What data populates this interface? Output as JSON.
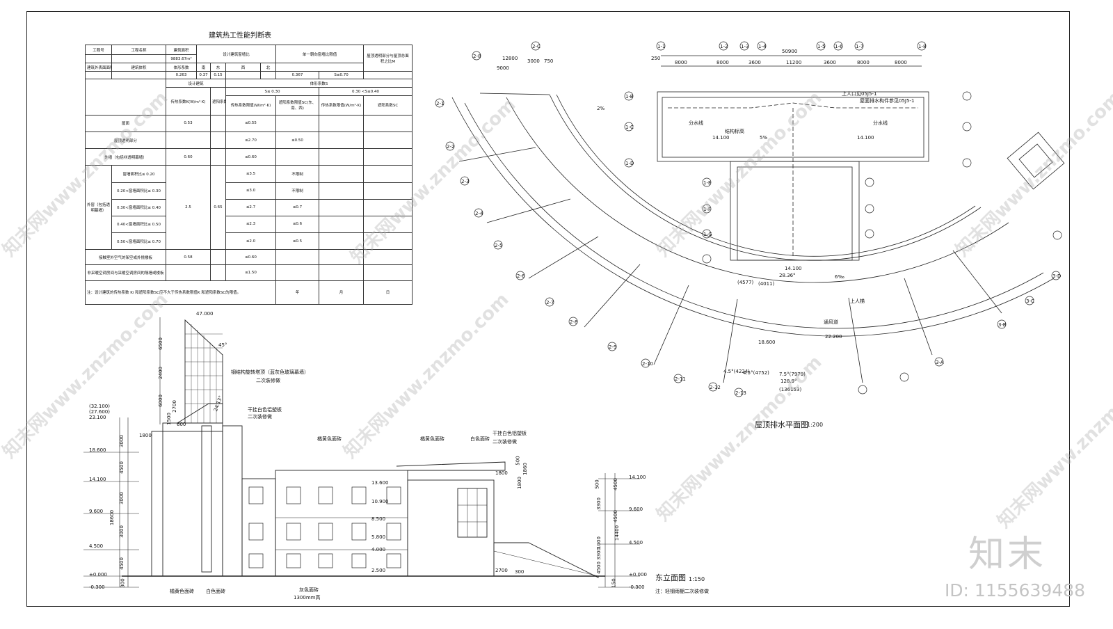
{
  "table": {
    "title": "建筑热工性能判断表",
    "header": {
      "project_no": "工程号",
      "project_name": "工程名称",
      "building_area_label": "建筑面积",
      "building_area_value": "9883.67m²",
      "window_wall_label": "设计建筑窗墙比",
      "single_facade_label": "单一朝向窗墙比限值",
      "roof_ratio_label": "屋顶透明部分与屋顶总面积之比M",
      "outer_area_label": "建筑外表面面积",
      "volume_label": "建筑体积",
      "shape_coef_label": "体形系数",
      "south": "南",
      "east": "东",
      "west": "西",
      "north": "北",
      "shape_coef_value": "0.263",
      "south_value": "0.37",
      "east_value": "0.15",
      "north_value": "0.367",
      "s_limit": "S≤0.70",
      "design_building": "设计建筑",
      "shape_coef_s": "体形系数S",
      "s_le_030": "S≤ 0.30",
      "s_030_040": "0.30 <S≤0.40",
      "col_k": "传热系数K(W/m²·K)",
      "col_sc": "遮阳系数SC",
      "col_k_limit": "传热系数限值(W/m²·K)",
      "col_sc_limit": "遮阳系数限值SC(东、南、西)",
      "col_k_limit2": "传热系数限值(W/m²·K)",
      "col_sc2": "遮阳系数SC"
    },
    "rows": [
      {
        "label": "屋面",
        "k": "0.53",
        "sc": "",
        "k_limit": "≤0.55",
        "sc_limit": ""
      },
      {
        "label": "屋顶透明部分",
        "k": "",
        "sc": "",
        "k_limit": "≤2.70",
        "sc_limit": "≤0.50"
      },
      {
        "label": "外墙（包括非透明幕墙）",
        "k": "0.60",
        "sc": "",
        "k_limit": "≤0.60",
        "sc_limit": ""
      },
      {
        "label": "窗墙面积比≤ 0.20",
        "k": "",
        "sc": "",
        "k_limit": "≤3.5",
        "sc_limit": "不限制"
      },
      {
        "label": "0.20<窗墙面积比≤ 0.30",
        "k": "",
        "sc": "",
        "k_limit": "≤3.0",
        "sc_limit": "不限制"
      },
      {
        "label": "0.30<窗墙面积比≤ 0.40",
        "k": "2.5",
        "sc": "0.65",
        "k_limit": "≤2.7",
        "sc_limit": "≤0.7"
      },
      {
        "label": "0.40<窗墙面积比≤ 0.50",
        "k": "",
        "sc": "",
        "k_limit": "≤2.3",
        "sc_limit": "≤0.6"
      },
      {
        "label": "0.50<窗墙面积比≤ 0.70",
        "k": "",
        "sc": "",
        "k_limit": "≤2.0",
        "sc_limit": "≤0.5"
      },
      {
        "label": "接触室外空气的架空或外挑楼板",
        "k": "0.58",
        "sc": "",
        "k_limit": "≤0.60",
        "sc_limit": ""
      },
      {
        "label": "非采暖空调房间与采暖空调房间的隔墙或楼板",
        "k": "",
        "sc": "",
        "k_limit": "≤1.50",
        "sc_limit": ""
      }
    ],
    "window_group_label": "外窗（包括透明幕墙）",
    "note": "注：设计建筑的传热系数 Ki 和遮阳系数SC应不大于传热系数限值K 和遮阳系数SC的限值。",
    "year": "年",
    "month": "月",
    "day": "日"
  },
  "plan": {
    "title": "屋顶排水平面图",
    "scale": "1:200",
    "dims_top": [
      "12800",
      "9000",
      "3000",
      "750",
      "50900",
      "8000",
      "8000",
      "3600",
      "11200",
      "3600",
      "8000",
      "8000",
      "250"
    ],
    "axis_top": [
      "2-8",
      "2-C",
      "1-1",
      "1-2",
      "1-3",
      "1-4",
      "1-5",
      "1-6",
      "1-7",
      "1-8"
    ],
    "axis_left": [
      "2-1",
      "2-2",
      "2-3",
      "2-4",
      "2-5",
      "2-6",
      "2-7",
      "2-8",
      "2-9",
      "2-10",
      "2-11",
      "2-12",
      "2-13"
    ],
    "axis_right": [
      "1-B",
      "1-C",
      "1-D",
      "1-E",
      "1-F",
      "1-G",
      "3-D",
      "3-C",
      "3-B",
      "3-A"
    ],
    "labels": [
      "分水线",
      "分水线",
      "14.100",
      "14.100",
      "屋面排水构件参见05J5-1",
      "上人口见05J5-1",
      "结构标高",
      "5%",
      "2%",
      "6‰",
      "22.200",
      "18.600",
      "128.9°",
      "(136153)",
      "7.5°(7979)",
      "4.5°(4752)",
      "4.5°(4224)",
      "14.100",
      "28.36°",
      "(4011)",
      "(4577)",
      "上人梯",
      "通风道"
    ]
  },
  "elevation": {
    "title": "东立面图",
    "scale": "1:150",
    "note": "注：轻钢雨棚二次装修做",
    "levels_left": [
      "47.000",
      "(32.100)",
      "(27.600)",
      "23.100",
      "18.600",
      "14.100",
      "9.600",
      "4.500",
      "±0.000",
      "-0.300"
    ],
    "levels_right": [
      "14.100",
      "9.600",
      "4.500",
      "±0.000",
      "-0.300"
    ],
    "levels_mid": [
      "13.600",
      "10.900",
      "8.500",
      "5.800",
      "4.000",
      "2.500"
    ],
    "dims_left": [
      "6500",
      "2400",
      "6000",
      "1500",
      "2700",
      "3000",
      "4500",
      "3000",
      "3000",
      "18600",
      "4500",
      "300"
    ],
    "dims_right": [
      "4500",
      "3300",
      "500",
      "14400",
      "1000",
      "3300",
      "4500",
      "4500",
      "150"
    ],
    "top_dims": [
      "600",
      "1800",
      "1800",
      "1800",
      "1860",
      "500",
      "45°",
      "24.13°"
    ],
    "annotations": [
      "钢结构旋转塔顶（蓝灰色玻璃幕墙）",
      "二次装修做",
      "干挂白色铝塑板",
      "二次装修做",
      "橘黄色面砖",
      "白色面砖",
      "干挂白色铝塑板",
      "二次装修做",
      "橘黄色面砖",
      "白色面砖",
      "灰色面砖",
      "1300mm高",
      "橘黄色面砖",
      "2700",
      "300"
    ]
  },
  "watermark": {
    "text": "知末网www.znzmo.com",
    "logo": "知末",
    "id": "ID: 1155639488"
  }
}
